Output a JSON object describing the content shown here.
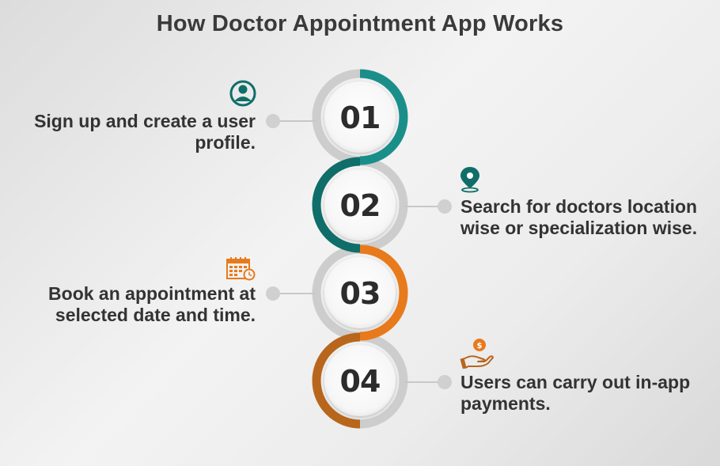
{
  "title": "How Doctor Appointment App Works",
  "colors": {
    "teal": "#1a8f8a",
    "teal_dark": "#0f6e69",
    "orange": "#e87a1c",
    "orange_dark": "#b8661c",
    "connector": "#c8c8c8",
    "text": "#333333"
  },
  "steps": [
    {
      "number": "01",
      "text_line1": "Sign up and create a user",
      "text_line2": "profile.",
      "side": "left",
      "icon": "user-profile-icon"
    },
    {
      "number": "02",
      "text_line1": "Search for doctors location",
      "text_line2": "wise or specialization wise.",
      "side": "right",
      "icon": "location-pin-icon"
    },
    {
      "number": "03",
      "text_line1": "Book an appointment at",
      "text_line2": "selected date and time.",
      "side": "left",
      "icon": "calendar-clock-icon"
    },
    {
      "number": "04",
      "text_line1": "Users can carry out in-app",
      "text_line2": "payments.",
      "side": "right",
      "icon": "payment-hand-icon"
    }
  ]
}
